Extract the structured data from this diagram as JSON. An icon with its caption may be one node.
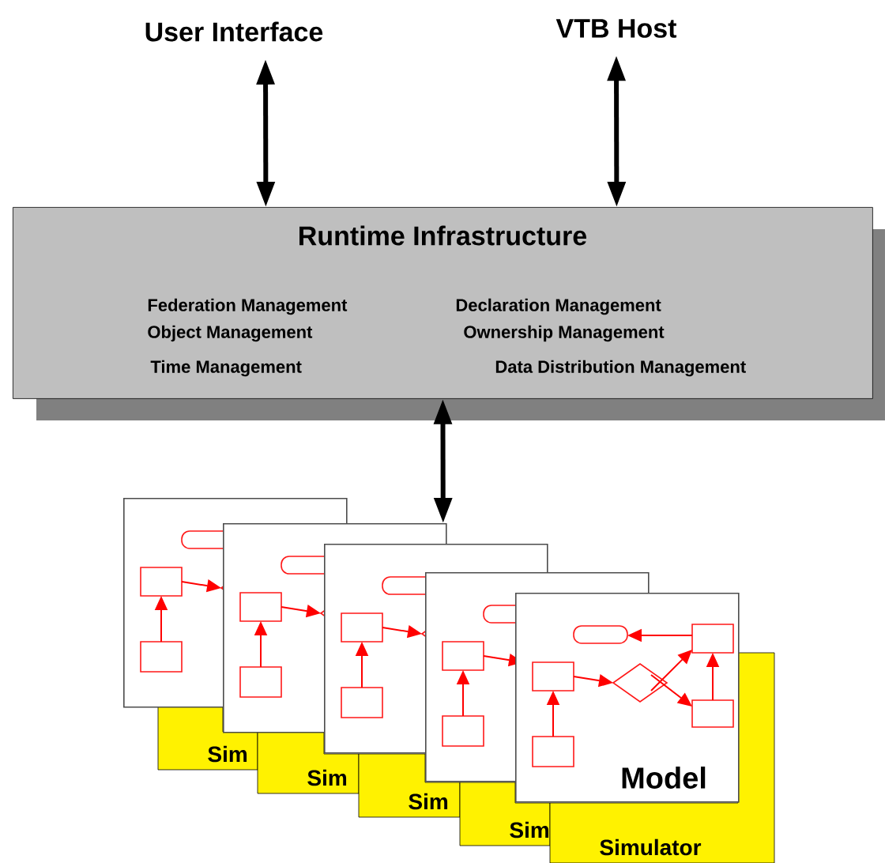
{
  "diagram": {
    "nodes": [
      {
        "text": [
          "User Interface"
        ]
      },
      {
        "text": [
          "VTB Host"
        ]
      },
      {
        "text": [
          "Runtime Infrastructure",
          "Federation Management",
          "Declaration Management",
          "Object Management",
          "Ownership Management",
          "Time Management",
          "Data Distribution Management"
        ]
      },
      {
        "text": [
          "Sim"
        ]
      },
      {
        "text": [],
        "shape": "box"
      },
      {
        "text": [
          "Sim"
        ]
      },
      {
        "text": [],
        "shape": "box"
      },
      {
        "text": [
          "Sim"
        ]
      },
      {
        "text": [],
        "shape": "box"
      },
      {
        "text": [
          "Sim"
        ]
      },
      {
        "text": [],
        "shape": "box"
      },
      {
        "text": [
          "Simulator"
        ]
      },
      {
        "text": [
          "Model"
        ]
      }
    ],
    "edges": [
      {
        "from": 0,
        "to": 2,
        "arrow": "both"
      },
      {
        "from": 1,
        "to": 2,
        "arrow": "both"
      },
      {
        "from": 2,
        "to": 6,
        "arrow": "both"
      }
    ]
  }
}
